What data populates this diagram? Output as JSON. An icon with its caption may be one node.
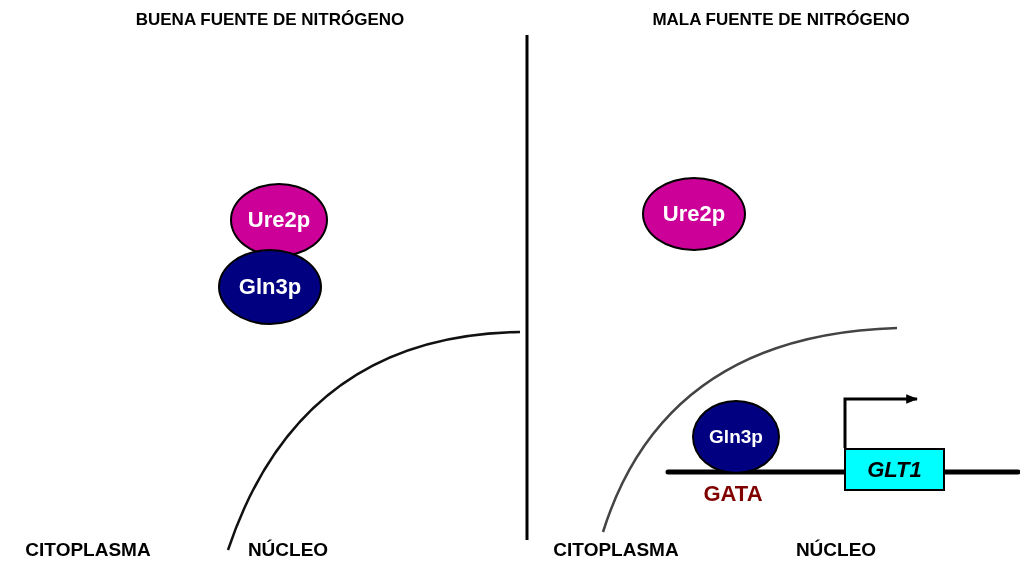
{
  "diagram": {
    "nodes": [
      {
        "text": [
          "Ure2p"
        ]
      },
      {
        "text": [
          "Gln3p"
        ]
      },
      {
        "text": [
          "Ure2p"
        ]
      },
      {
        "text": [
          "Gln3p"
        ]
      },
      {
        "text": [
          "GLT1"
        ]
      }
    ],
    "labels": [
      "BUENA FUENTE DE NITRÓGENO",
      "MALA FUENTE DE NITRÓGENO",
      "GATA",
      "CITOPLASMA",
      "NÚCLEO",
      "CITOPLASMA",
      "NÚCLEO"
    ]
  }
}
